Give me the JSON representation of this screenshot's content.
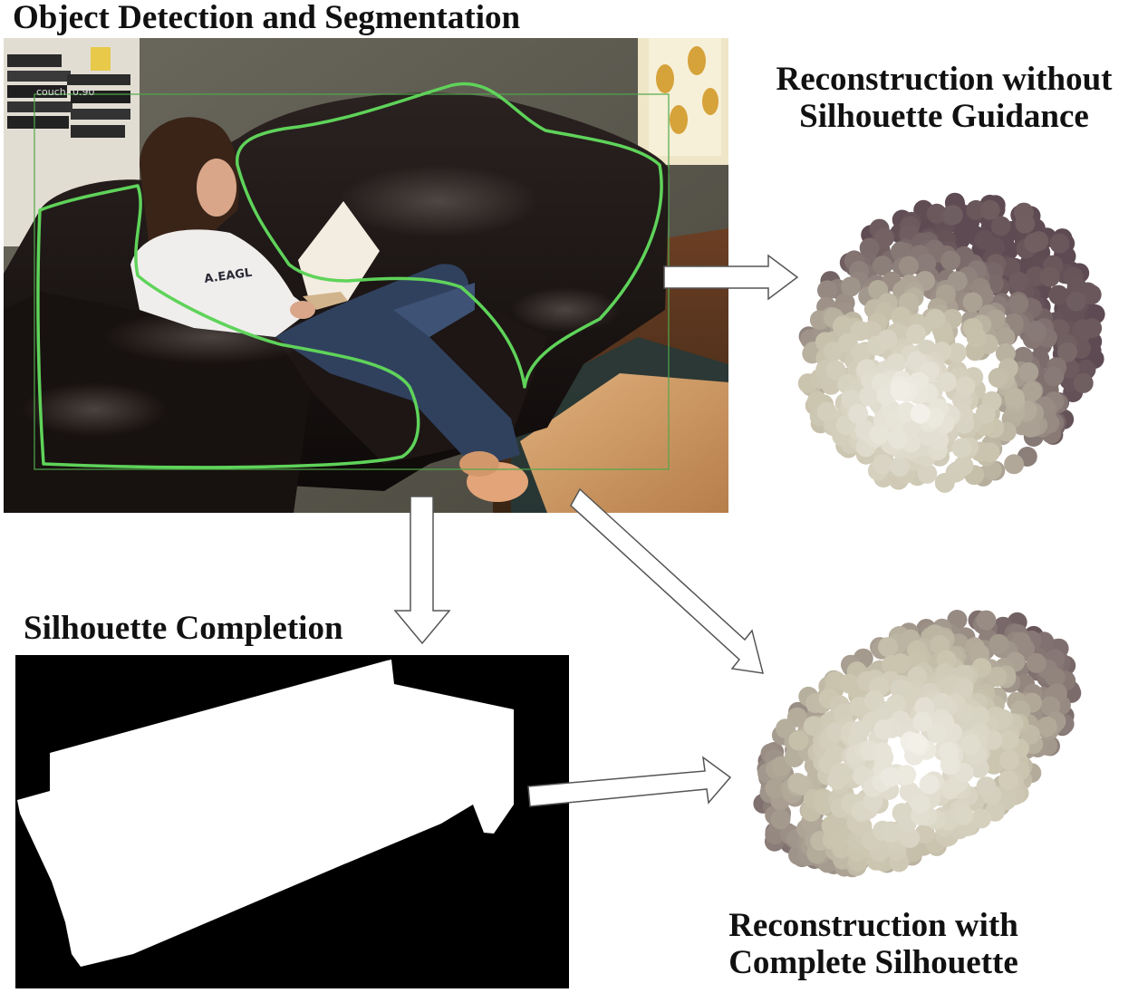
{
  "titles": {
    "detection": "Object Detection and Segmentation",
    "without_line1": "Reconstruction without",
    "without_line2": "Silhouette Guidance",
    "completion": "Silhouette Completion",
    "with_line1": "Reconstruction with",
    "with_line2": "Complete Silhouette"
  },
  "detection_label": "couch: 0.90",
  "photo_text": {
    "sweatshirt": "A.EAGL"
  },
  "colors": {
    "segmentation_outline": "#5fd35a",
    "bbox": "#4fa84a",
    "couch": "#1c1614",
    "silhouette_bg": "#000000",
    "silhouette_fg": "#ffffff",
    "point_light": "#f2f0e8",
    "point_mid": "#c9c3ad",
    "point_dark": "#5e4a52"
  },
  "icons": {
    "arrow": "hollow-block-arrow"
  }
}
